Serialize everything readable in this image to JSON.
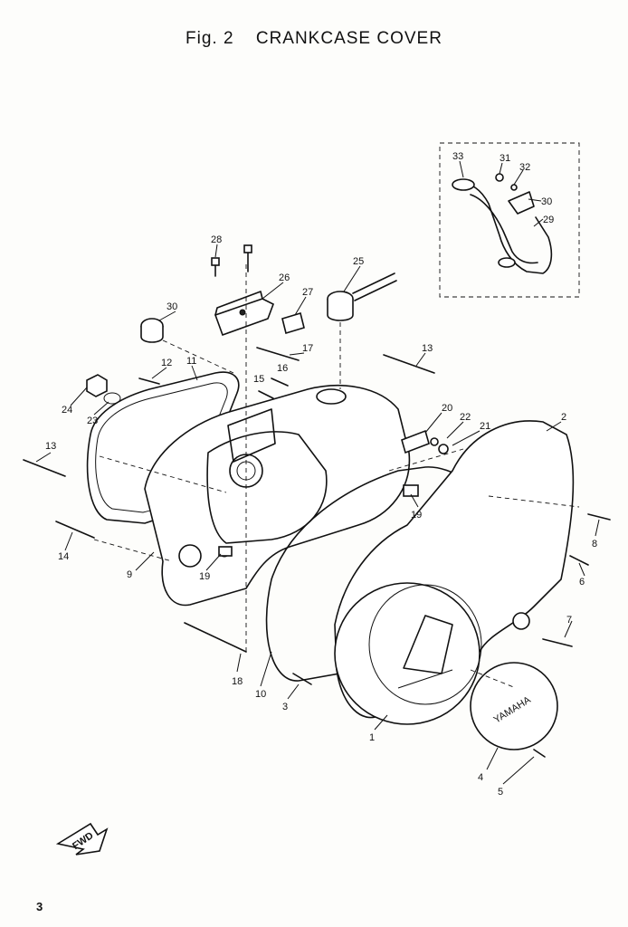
{
  "title": {
    "fig": "Fig. 2",
    "name": "CRANKCASE COVER"
  },
  "page_number": "3",
  "fwd_label": "FWD",
  "cover_text": "YAMAHA",
  "callouts": [
    "33",
    "31",
    "32",
    "30",
    "29",
    "28",
    "26",
    "27",
    "25",
    "30",
    "17",
    "13",
    "16",
    "15",
    "12",
    "11",
    "24",
    "23",
    "20",
    "22",
    "21",
    "2",
    "13",
    "14",
    "9",
    "19",
    "19",
    "8",
    "6",
    "7",
    "18",
    "10",
    "3",
    "1",
    "4",
    "5"
  ]
}
